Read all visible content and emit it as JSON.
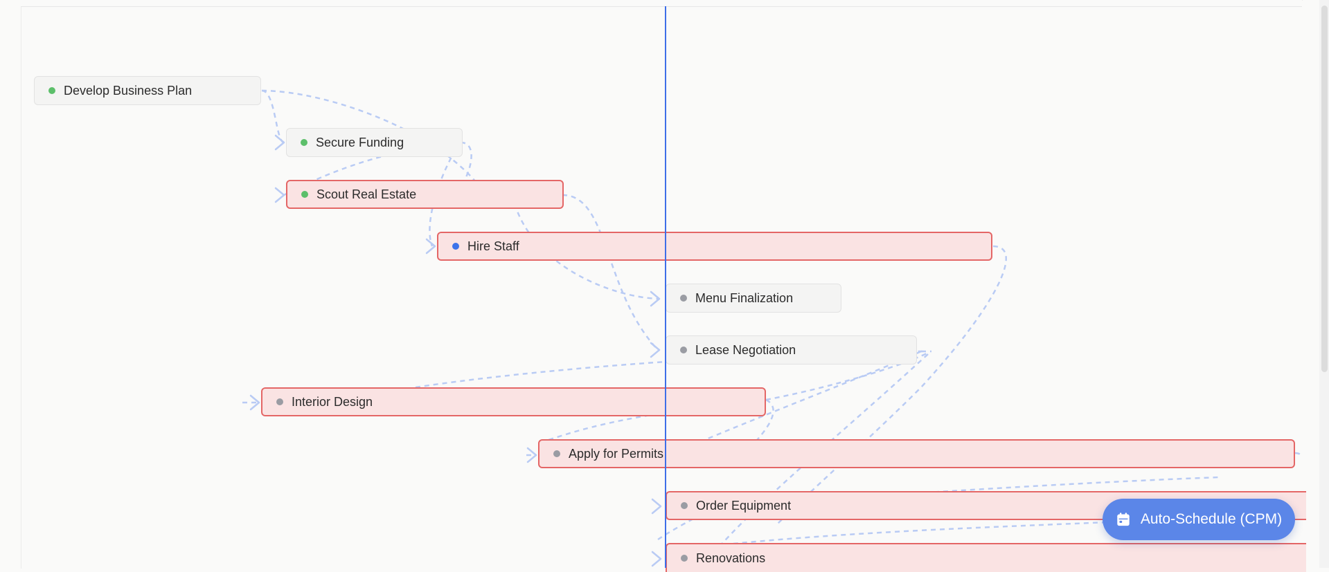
{
  "colors": {
    "critical_border": "#e46666",
    "critical_fill": "#fae3e3",
    "normal_fill": "#f4f4f3",
    "today_line": "#3d6ee8",
    "dependency_arrow": "#b9cbf4",
    "status_done": "#5cbf6a",
    "status_active": "#3d73ea",
    "status_pending": "#9a9ca3",
    "button": "#5b86e8"
  },
  "tasks": [
    {
      "label": "Develop Business Plan",
      "status": "done",
      "critical": false
    },
    {
      "label": "Secure Funding",
      "status": "done",
      "critical": false
    },
    {
      "label": "Scout Real Estate",
      "status": "done",
      "critical": true
    },
    {
      "label": "Hire Staff",
      "status": "active",
      "critical": true
    },
    {
      "label": "Menu Finalization",
      "status": "pending",
      "critical": false
    },
    {
      "label": "Lease Negotiation",
      "status": "pending",
      "critical": false
    },
    {
      "label": "Interior Design",
      "status": "pending",
      "critical": true
    },
    {
      "label": "Apply for Permits",
      "status": "pending",
      "critical": true
    },
    {
      "label": "Order Equipment",
      "status": "pending",
      "critical": true
    },
    {
      "label": "Renovations",
      "status": "pending",
      "critical": true
    }
  ],
  "toolbar": {
    "auto_schedule_label": "Auto-Schedule (CPM)",
    "auto_schedule_icon": "calendar-icon"
  }
}
